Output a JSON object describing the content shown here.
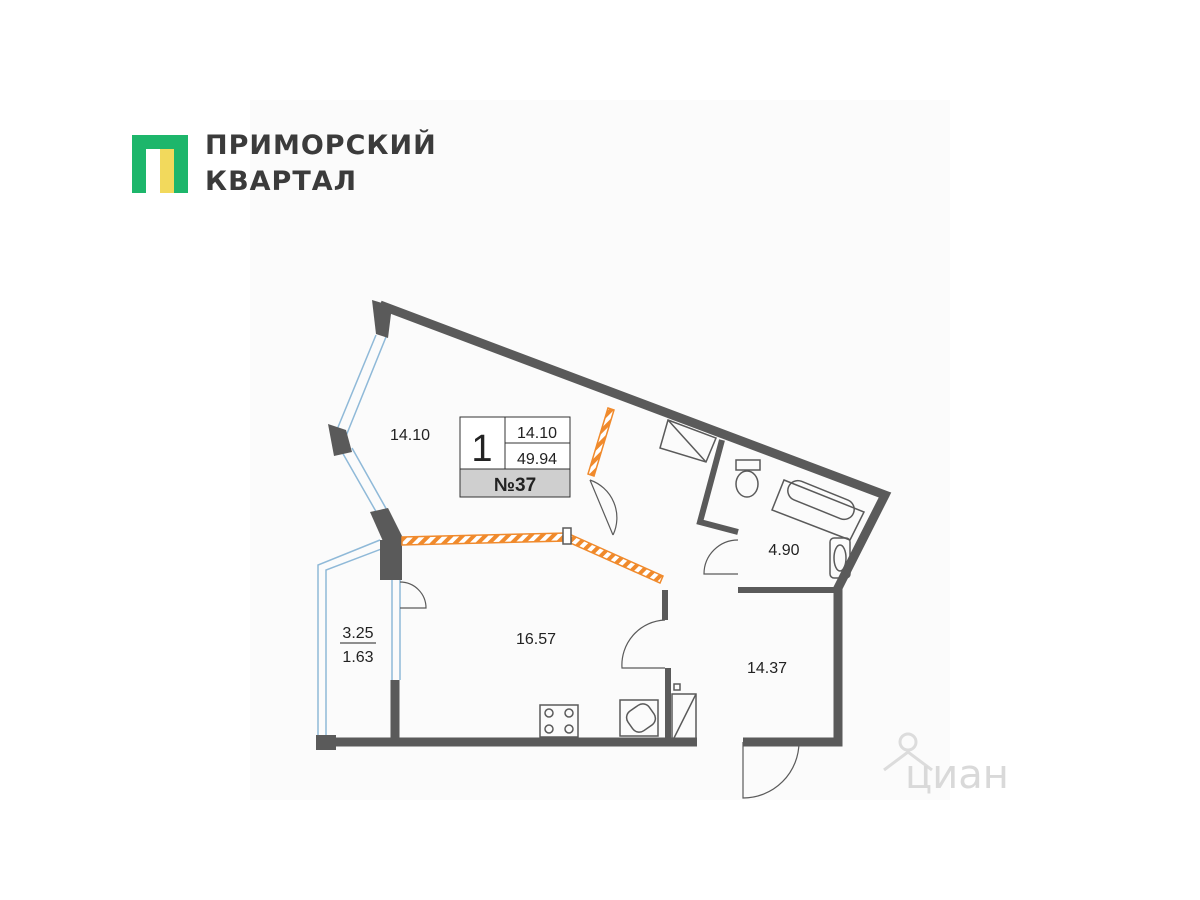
{
  "brand": {
    "line1": "ПРИМОРСКИЙ",
    "line2": "КВАРТАЛ",
    "colors": {
      "green": "#1db66b",
      "yellow": "#f2d95c"
    }
  },
  "apartment": {
    "rooms_count": "1",
    "living_area": "14.10",
    "total_area": "49.94",
    "number": "№37"
  },
  "rooms": {
    "bedroom": "14.10",
    "kitchen": "16.57",
    "bathroom": "4.90",
    "hallway": "14.37",
    "balcony_area": "3.25",
    "balcony_reduced": "1.63"
  },
  "watermark": "циан",
  "colors": {
    "wall": "#5a5a5a",
    "partition": "#f08a2c",
    "window": "#8fb9d8"
  }
}
